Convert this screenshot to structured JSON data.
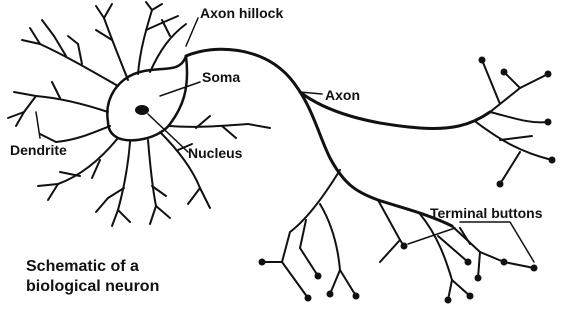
{
  "labels": {
    "axon_hillock": "Axon hillock",
    "soma": "Soma",
    "axon": "Axon",
    "dendrite": "Dendrite",
    "nucleus": "Nucleus",
    "terminal_buttons": "Terminal buttons"
  },
  "caption": {
    "line1": "Schematic of a",
    "line2": "biological neuron"
  }
}
